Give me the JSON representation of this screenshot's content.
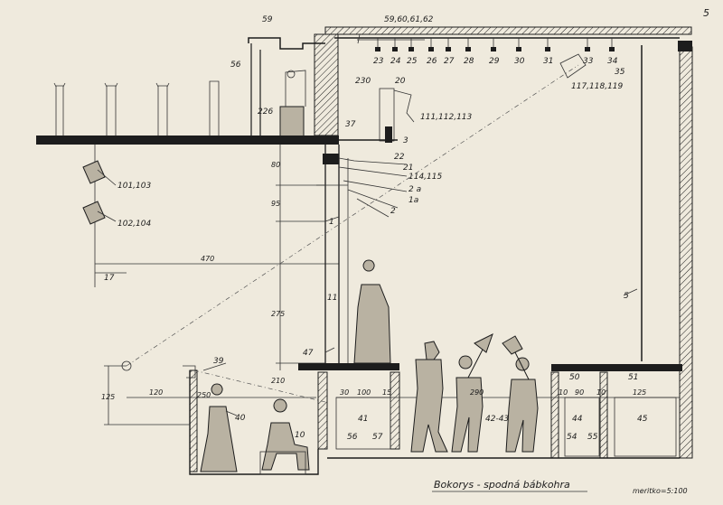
{
  "sheet": {
    "page_number": "5",
    "caption": "Bokorys - spodná bábkohra",
    "scale": "meritko=5:100"
  },
  "labels": {
    "l59": "59",
    "l59_62": "59,60,61,62",
    "l56": "56",
    "l230": "230",
    "l226": "226",
    "l20": "20",
    "l37": "37",
    "l111": "111,112,113",
    "l3": "3",
    "l22": "22",
    "l21": "21",
    "l114": "114,115",
    "l2a": "2 a",
    "l1a": "1a",
    "l2": "2",
    "l1": "1",
    "l11": "11",
    "l5": "5",
    "l117": "117,118,119",
    "l35": "35",
    "l101": "101,103",
    "l102": "102,104",
    "l17": "17",
    "l47": "47",
    "l39": "39",
    "l40": "40",
    "l10": "10",
    "l41": "41",
    "l42": "42-43",
    "l44": "44",
    "l45": "45",
    "l50": "50",
    "l51": "51",
    "l56b": "56",
    "l57": "57",
    "l54": "54",
    "l55": "55",
    "batten": [
      "23",
      "24",
      "25",
      "26",
      "27",
      "28",
      "29",
      "30",
      "31",
      "33",
      "34"
    ]
  },
  "dimensions": {
    "d470": "470",
    "d80": "80",
    "d95": "95",
    "d275": "275",
    "d210": "210",
    "d125": "125",
    "d120": "120",
    "d250": "250",
    "d30": "30",
    "d100": "100",
    "d15": "15",
    "d290": "290",
    "d10a": "10",
    "d90": "90",
    "d10b": "10",
    "d125b": "125"
  }
}
